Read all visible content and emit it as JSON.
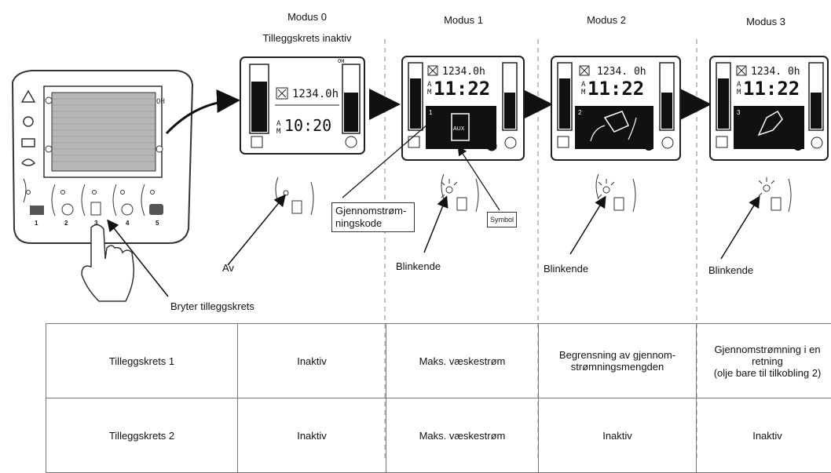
{
  "modes": [
    {
      "title": "Modus 0",
      "subtitle": "Tilleggskrets inaktiv",
      "state": "Av"
    },
    {
      "title": "Modus 1",
      "state": "Blinkende"
    },
    {
      "title": "Modus 2",
      "state": "Blinkende"
    },
    {
      "title": "Modus 3",
      "state": "Blinkende"
    }
  ],
  "callouts": {
    "flow_code": "Gjennomstrøm-\nningskode",
    "symbol": "Symbol",
    "switch": "Bryter tilleggskrets"
  },
  "screens": {
    "hours_0": "1234.0h",
    "time_0": "10:20",
    "hours_1": "1234.0h",
    "hours_2": "1234. 0h",
    "hours_3": "1234. 0h",
    "time": "11:22",
    "aux": "AUX",
    "am_a": "A",
    "am_m": "M",
    "codes": [
      "1",
      "2",
      "3"
    ]
  },
  "keypad_numbers": [
    "1",
    "2",
    "3",
    "4",
    "5"
  ],
  "table": {
    "rows": [
      {
        "label": "Tilleggskrets 1",
        "cells": [
          "Inaktiv",
          "Maks. væskestrøm",
          "Begrensning av gjennom-\nstrømningsmengden",
          "Gjennomstrømning i en\nretning\n(olje bare til tilkobling 2)"
        ]
      },
      {
        "label": "Tilleggskrets 2",
        "cells": [
          "Inaktiv",
          "Maks. væskestrøm",
          "Inaktiv",
          "Inaktiv"
        ]
      }
    ]
  }
}
